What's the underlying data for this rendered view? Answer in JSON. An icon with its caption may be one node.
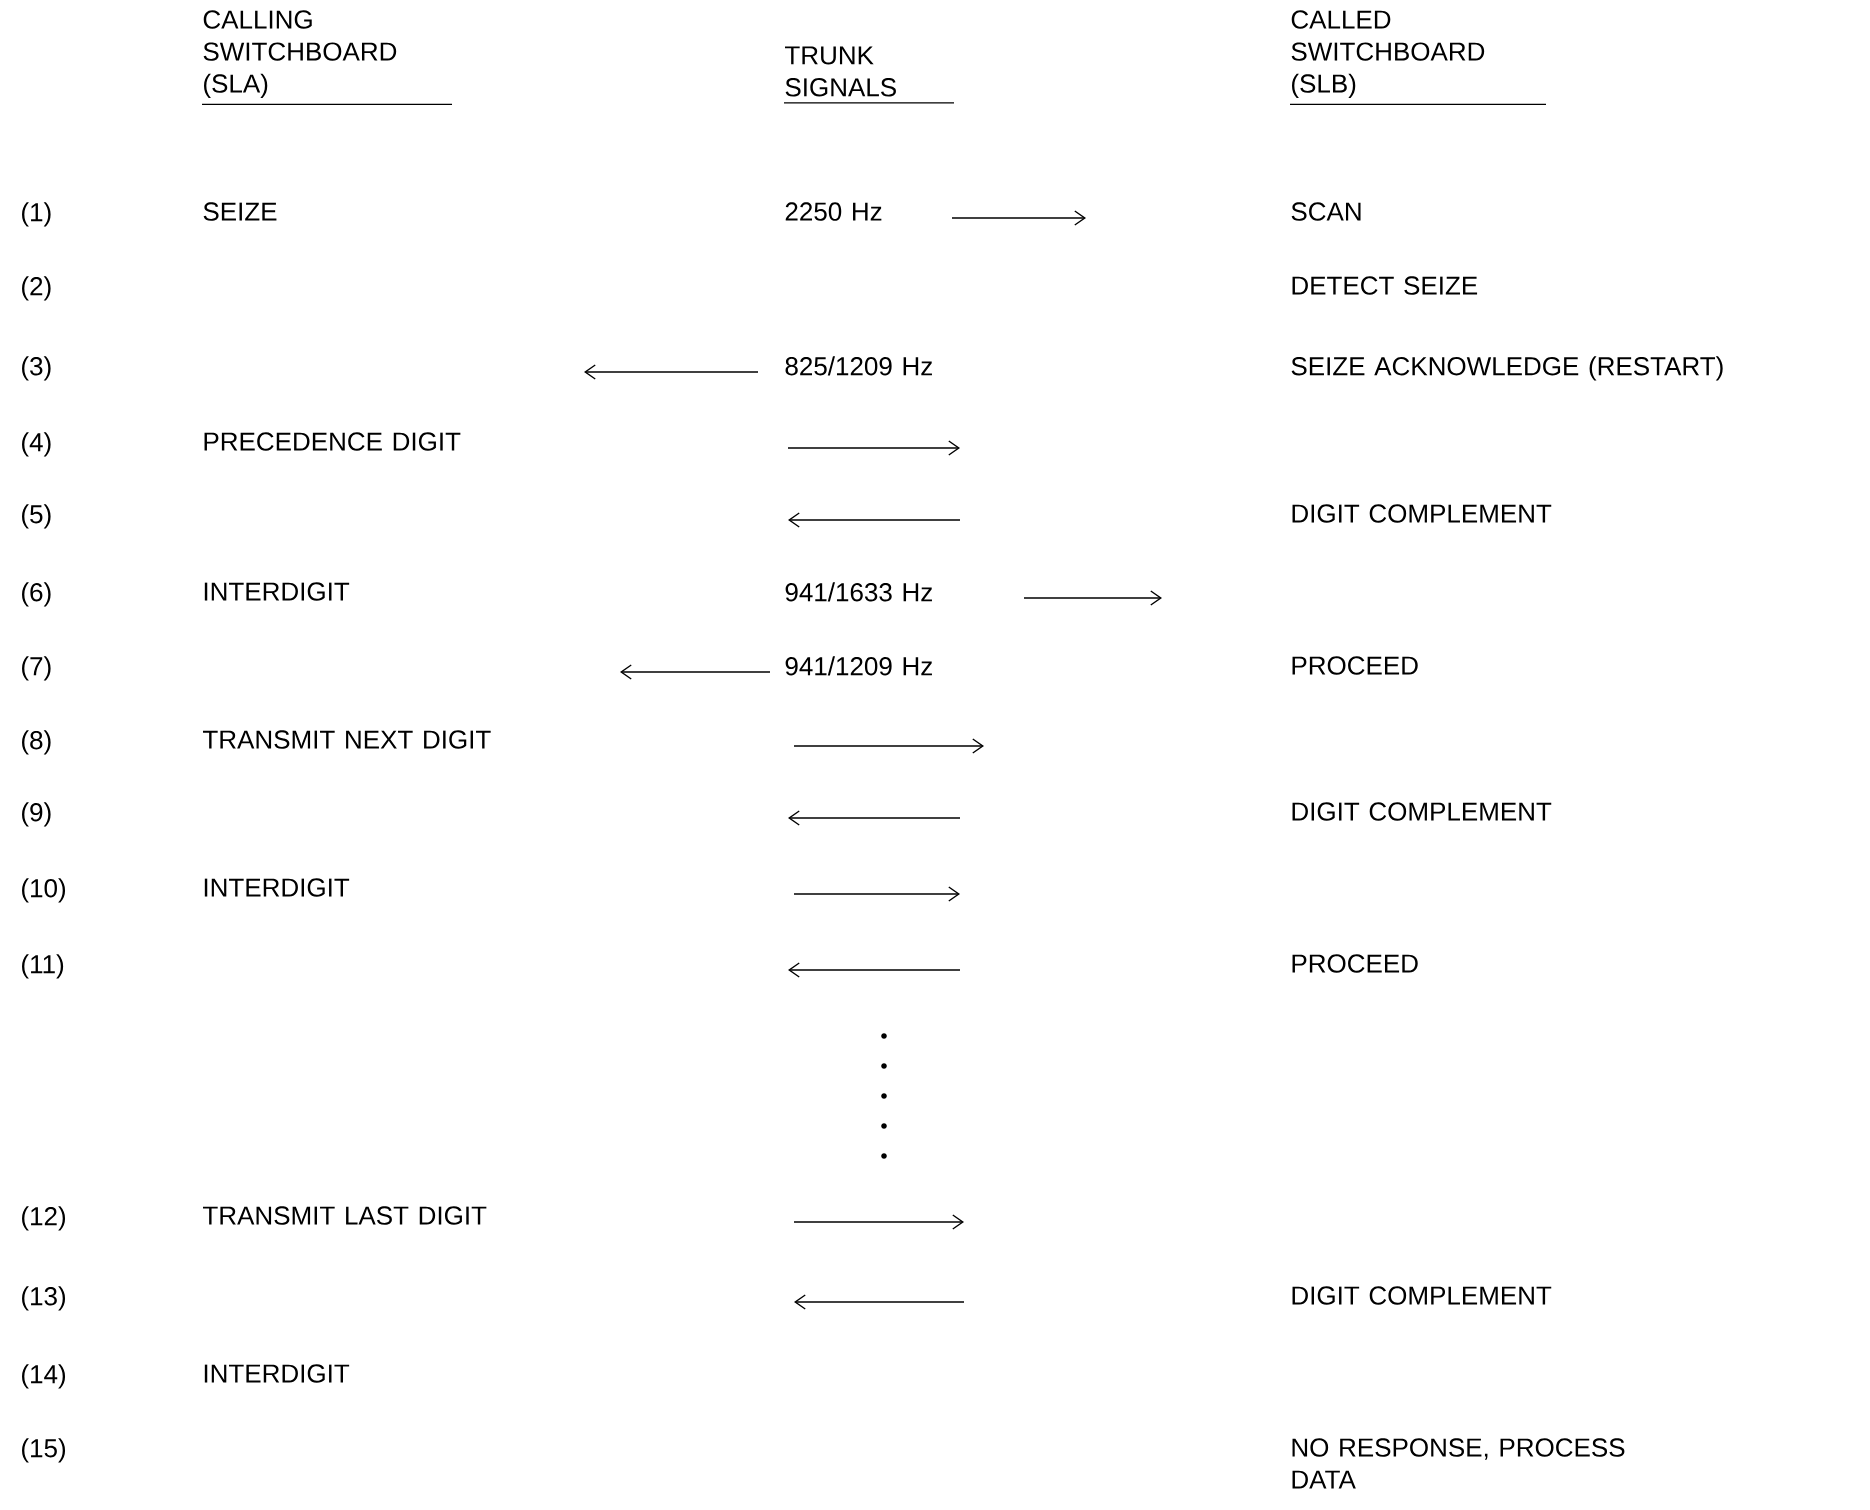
{
  "diagram": {
    "labels": [
      "CALLING SWITCHBOARD (SLA)",
      "TRUNK SIGNALS",
      "CALLED SWITCHBOARD (SLB)",
      "(1)",
      "SEIZE",
      "2250 Hz",
      "SCAN",
      "(2)",
      "DETECT SEIZE",
      "(3)",
      "825/1209 Hz",
      "SEIZE ACKNOWLEDGE (RESTART)",
      "(4)",
      "PRECEDENCE DIGIT",
      "(5)",
      "DIGIT COMPLEMENT",
      "(6)",
      "INTERDIGIT",
      "941/1633 Hz",
      "(7)",
      "941/1209 Hz",
      "PROCEED",
      "(8)",
      "TRANSMIT NEXT DIGIT",
      "(9)",
      "DIGIT COMPLEMENT",
      "(10)",
      "INTERDIGIT",
      "(11)",
      "PROCEED",
      "(12)",
      "TRANSMIT LAST DIGIT",
      "(13)",
      "DIGIT COMPLEMENT",
      "(14)",
      "INTERDIGIT",
      "(15)",
      "NO RESPONSE, PROCESS DATA"
    ]
  }
}
